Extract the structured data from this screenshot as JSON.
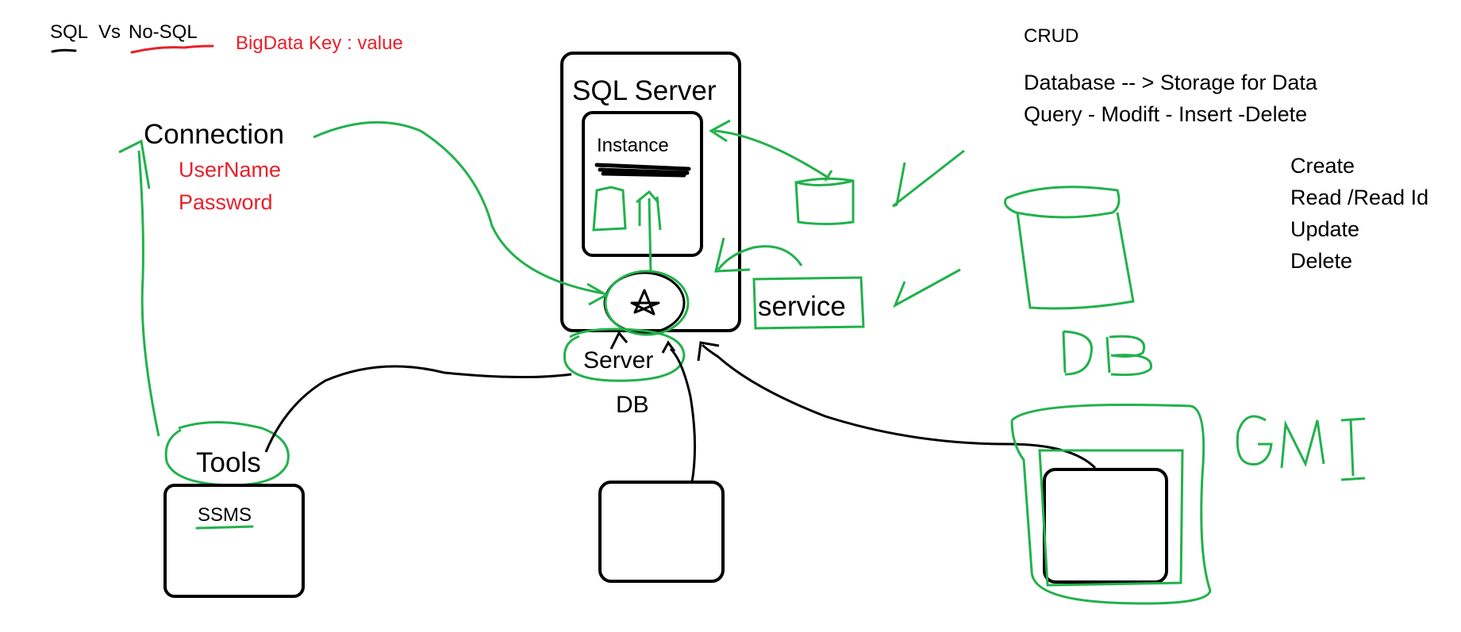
{
  "header": {
    "sql": "SQL",
    "vs": "Vs",
    "nosql": "No-SQL",
    "bigdata": "BigData Key : value"
  },
  "connection": {
    "title": "Connection",
    "username": "UserName",
    "password": "Password"
  },
  "server_box": {
    "title": "SQL Server",
    "instance": "Instance"
  },
  "service_label": "service",
  "server_label": "Server",
  "db_label": "DB",
  "tools": {
    "title": "Tools",
    "ssms": "SSMS"
  },
  "crud_notes": {
    "title": "CRUD",
    "line1": "Database -- > Storage for Data",
    "line2": "Query - Modift - Insert -Delete",
    "ops": [
      "Create",
      "Read /Read Id",
      "Update",
      "Delete"
    ]
  },
  "colors": {
    "ink": "#000000",
    "green": "#22b14c",
    "red": "#e8202a"
  }
}
